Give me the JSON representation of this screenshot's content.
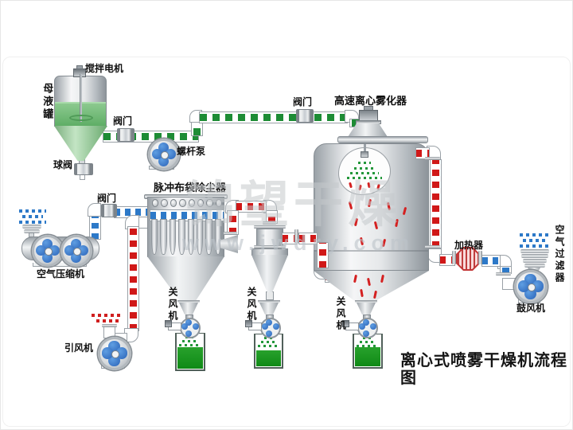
{
  "title": "离心式喷雾干燥机流程图",
  "watermark": {
    "brand": "锦望干燥",
    "url": "www.jwdry.com"
  },
  "labels": {
    "stir_motor": "搅拌电机",
    "feed_tank": "母液罐",
    "ball_valve": "球阀",
    "valve": "阀门",
    "screw_pump": "螺杆泵",
    "atomizer": "高速离心雾化器",
    "bag_filter": "脉冲布袋除尘器",
    "air_compressor": "空气压缩机",
    "induced_fan": "引风机",
    "airlock": "关风机",
    "heater": "加热器",
    "air_filter": "空气过滤器",
    "blower": "鼓风机"
  },
  "colors": {
    "liquid_line": "#1d8c35",
    "compressed_air_line": "#2d79c8",
    "hot_air_line": "#d01818",
    "material_green": "#1f9e28",
    "machine_silver": "#c9ced2",
    "watermark_gray": "#c5c9cc"
  }
}
